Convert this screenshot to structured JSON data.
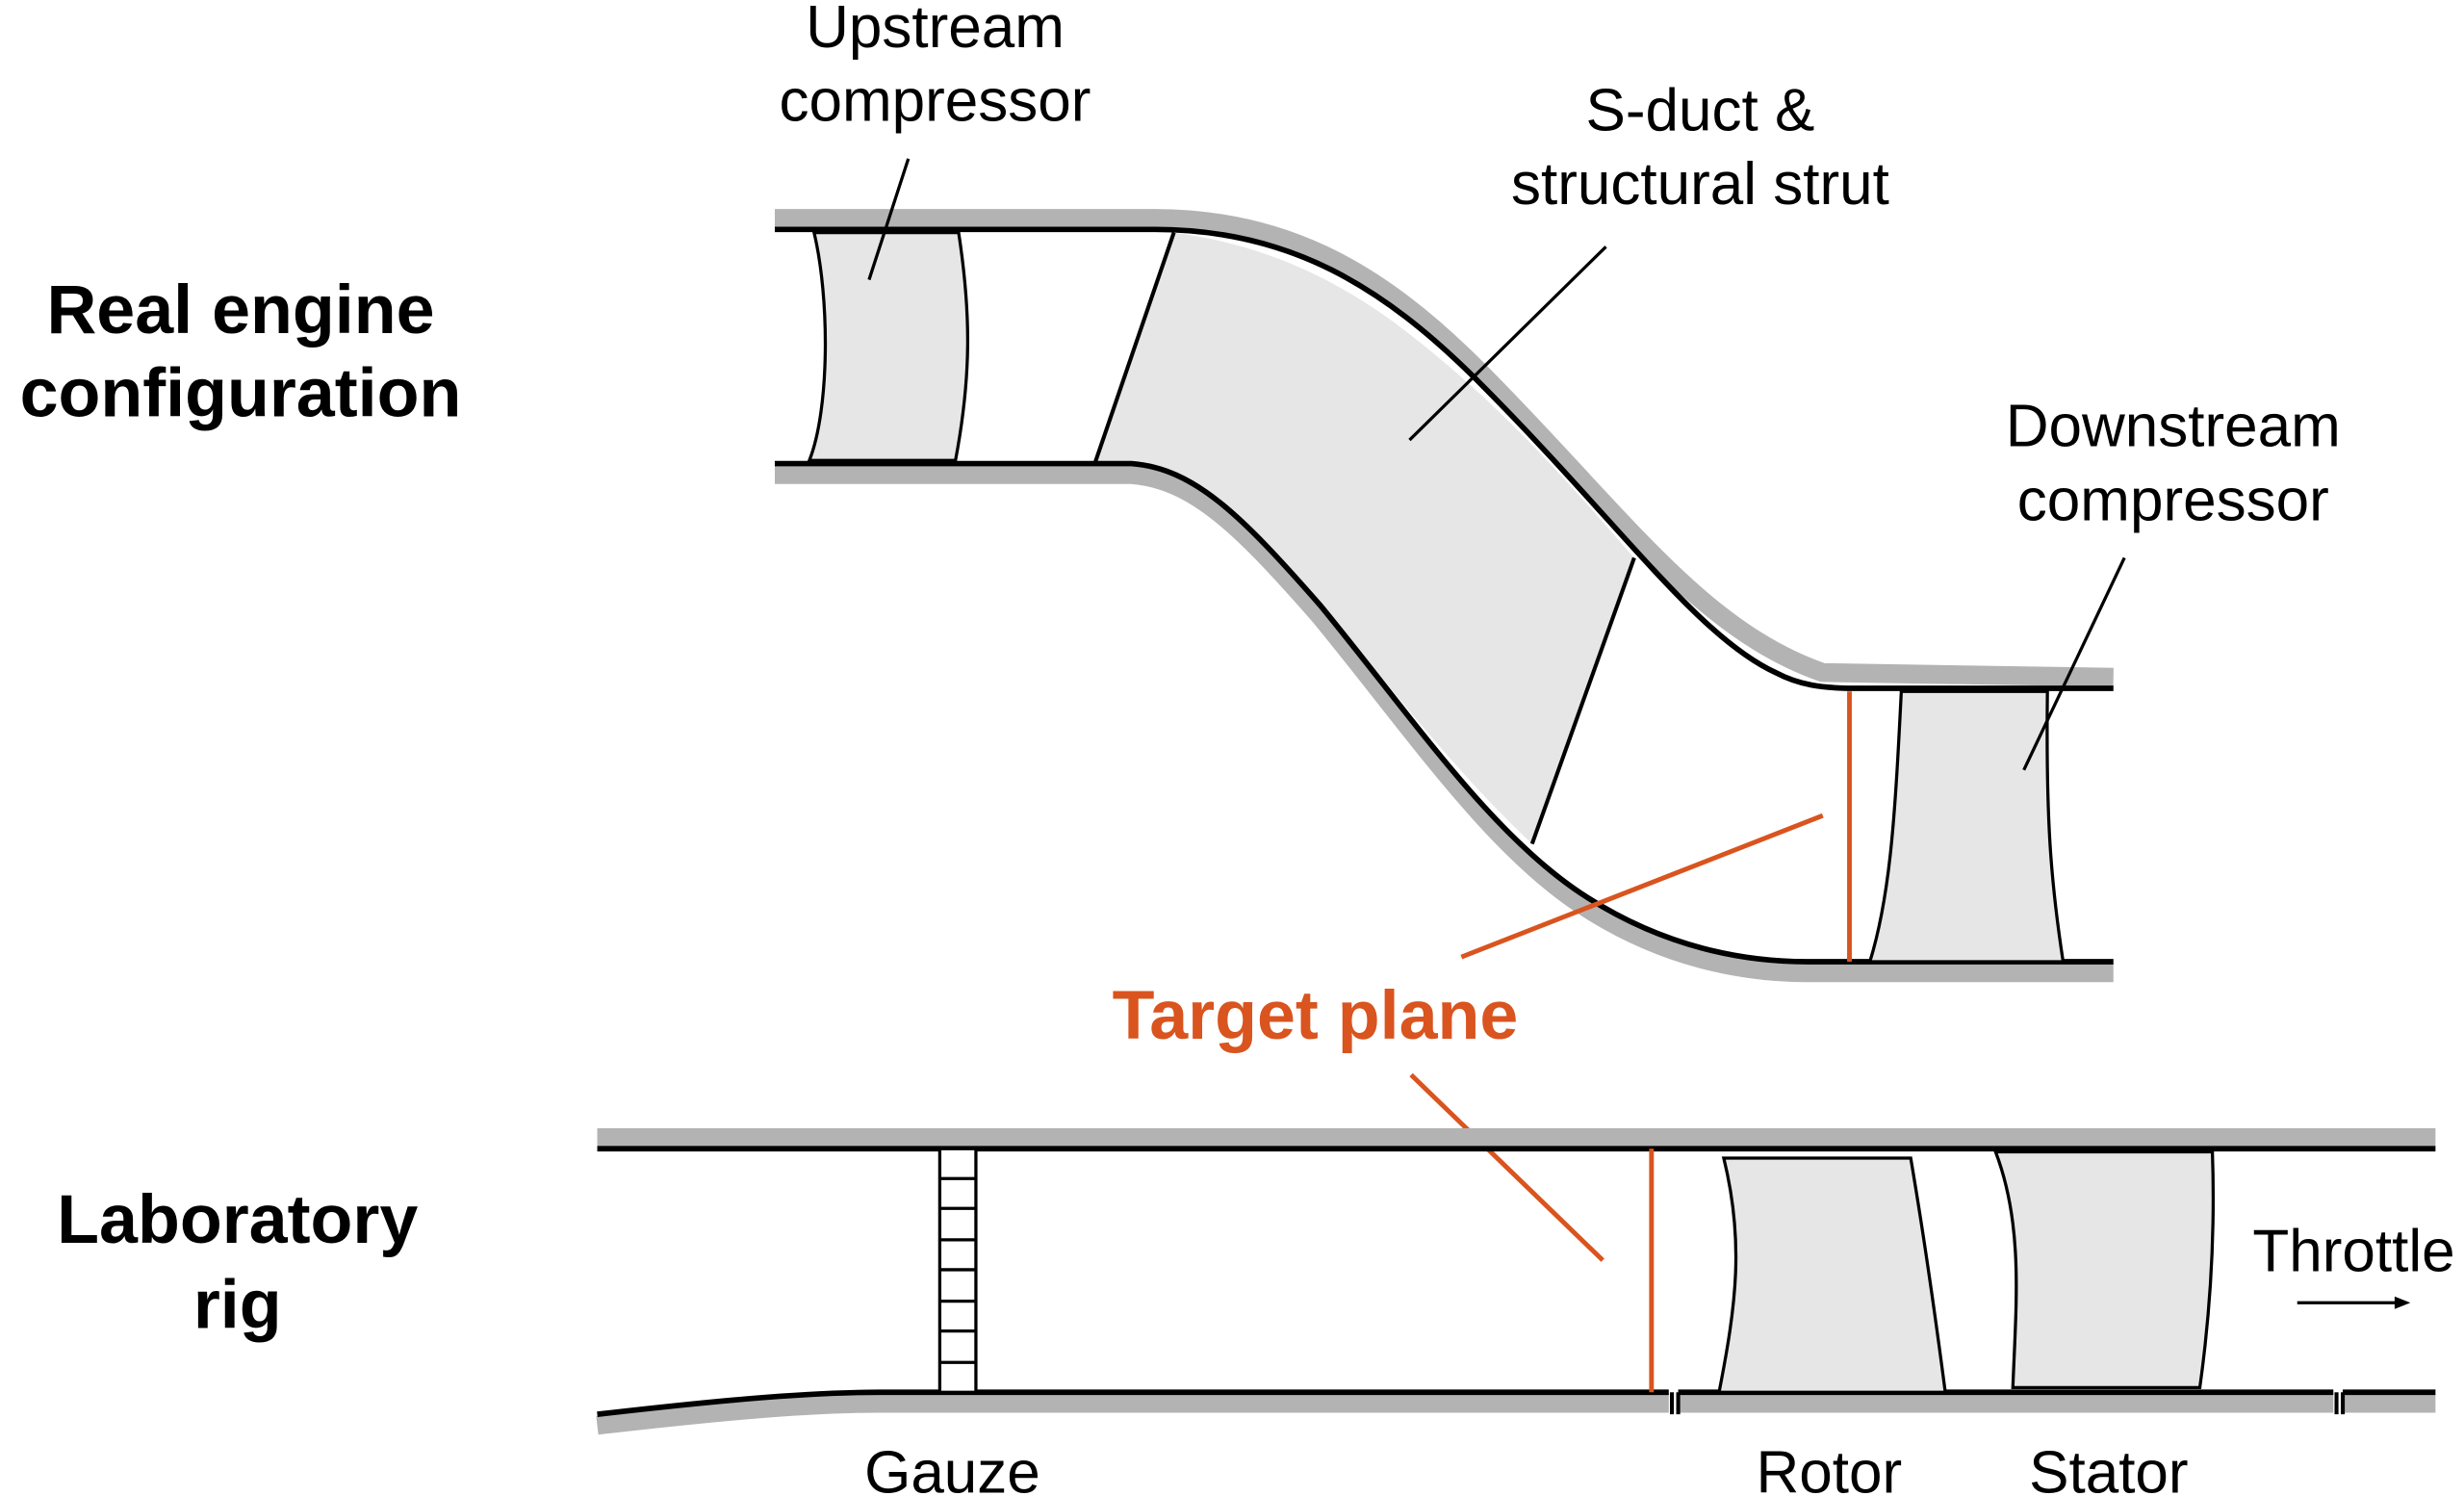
{
  "labels": {
    "upstream": [
      "Upstream",
      "compressor"
    ],
    "sduct": [
      "S-duct &",
      "structural strut"
    ],
    "downstream": [
      "Downstream",
      "compressor"
    ],
    "real_engine": [
      "Real engine",
      "configuration"
    ],
    "lab_rig": [
      "Laboratory",
      "rig"
    ],
    "target_plane": "Target plane",
    "throttle": "Throttle",
    "gauze": "Gauze",
    "rotor": "Rotor",
    "stator": "Stator"
  },
  "colors": {
    "accent": "#d9541e",
    "shadow": "#b3b3b3",
    "blade_fill": "#e6e6e6"
  }
}
